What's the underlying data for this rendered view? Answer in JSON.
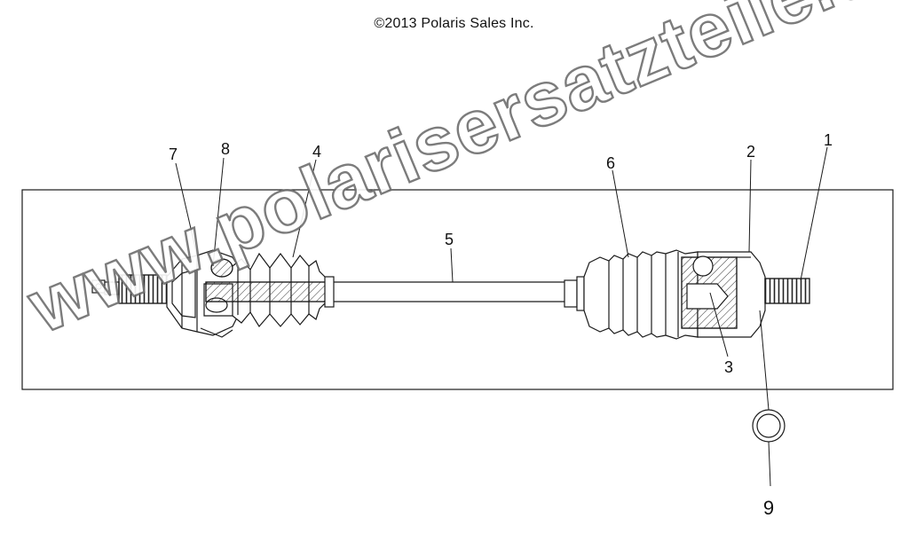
{
  "header": {
    "copyright": "©2013 Polaris Sales Inc."
  },
  "watermark": {
    "text": "www.polarisersatzteile.de"
  },
  "callouts": [
    {
      "id": "c1",
      "label": "1"
    },
    {
      "id": "c2",
      "label": "2"
    },
    {
      "id": "c3",
      "label": "3"
    },
    {
      "id": "c4",
      "label": "4"
    },
    {
      "id": "c5",
      "label": "5"
    },
    {
      "id": "c6",
      "label": "6"
    },
    {
      "id": "c7",
      "label": "7"
    },
    {
      "id": "c8",
      "label": "8"
    },
    {
      "id": "c9",
      "label": "9"
    }
  ],
  "colors": {
    "line": "#1a1a1a",
    "hatch": "#333333",
    "watermark_stroke": "#6e6e6e"
  }
}
